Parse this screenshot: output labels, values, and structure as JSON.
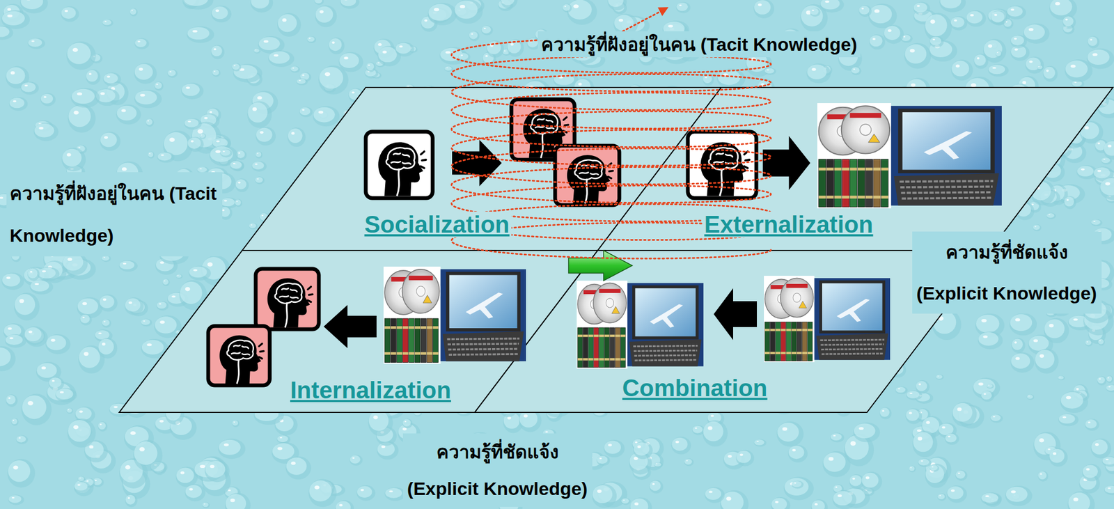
{
  "diagram": {
    "nodes": [
      {
        "text": [
          "Socialization"
        ]
      },
      {
        "text": [
          "Externalization"
        ]
      },
      {
        "text": [
          "Internalization"
        ]
      },
      {
        "text": [
          "Combination"
        ]
      }
    ],
    "labels": [
      "ความรู้ที่ฝังอยู่ในคน (Tacit Knowledge)",
      "ความรู้ที่ฝังอยู่ในคน (Tacit Knowledge)",
      "ความรู้ที่ชัดแจ้ง (Explicit Knowledge)",
      "ความรู้ที่ชัดแจ้ง (Explicit Knowledge)"
    ]
  }
}
